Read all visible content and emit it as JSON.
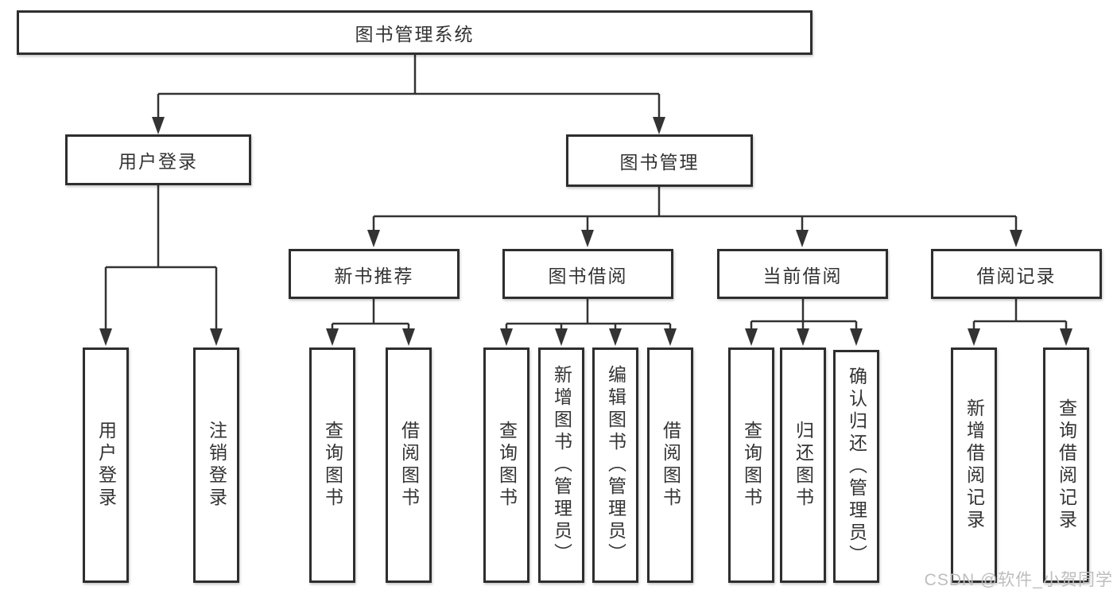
{
  "nodes": {
    "root": "图书管理系统",
    "user_login": "用户登录",
    "book_mgmt": "图书管理",
    "new_book": "新书推荐",
    "book_borrow": "图书借阅",
    "current_borrow": "当前借阅",
    "borrow_record": "借阅记录",
    "leaf_user_login": "用户登录",
    "leaf_logout": "注销登录",
    "leaf_nb_query": "查询图书",
    "leaf_nb_borrow": "借阅图书",
    "leaf_bb_query": "查询图书",
    "leaf_bb_add": "新增图书（管理员）",
    "leaf_bb_edit": "编辑图书（管理员）",
    "leaf_bb_borrow": "借阅图书",
    "leaf_cb_query": "查询图书",
    "leaf_cb_return": "归还图书",
    "leaf_cb_confirm": "确认归还（管理员）",
    "leaf_br_add": "新增借阅记录",
    "leaf_br_query": "查询借阅记录"
  },
  "hierarchy": {
    "图书管理系统": {
      "用户登录": [
        "用户登录",
        "注销登录"
      ],
      "图书管理": {
        "新书推荐": [
          "查询图书",
          "借阅图书"
        ],
        "图书借阅": [
          "查询图书",
          "新增图书（管理员）",
          "编辑图书（管理员）",
          "借阅图书"
        ],
        "当前借阅": [
          "查询图书",
          "归还图书",
          "确认归还（管理员）"
        ],
        "借阅记录": [
          "新增借阅记录",
          "查询借阅记录"
        ]
      }
    }
  },
  "watermark": "CSDN @软件_小贺同学",
  "colors": {
    "line": "#333333",
    "box_border": "#2e2e2e",
    "text": "#333333",
    "watermark": "#bdbdbd",
    "background": "#ffffff"
  }
}
